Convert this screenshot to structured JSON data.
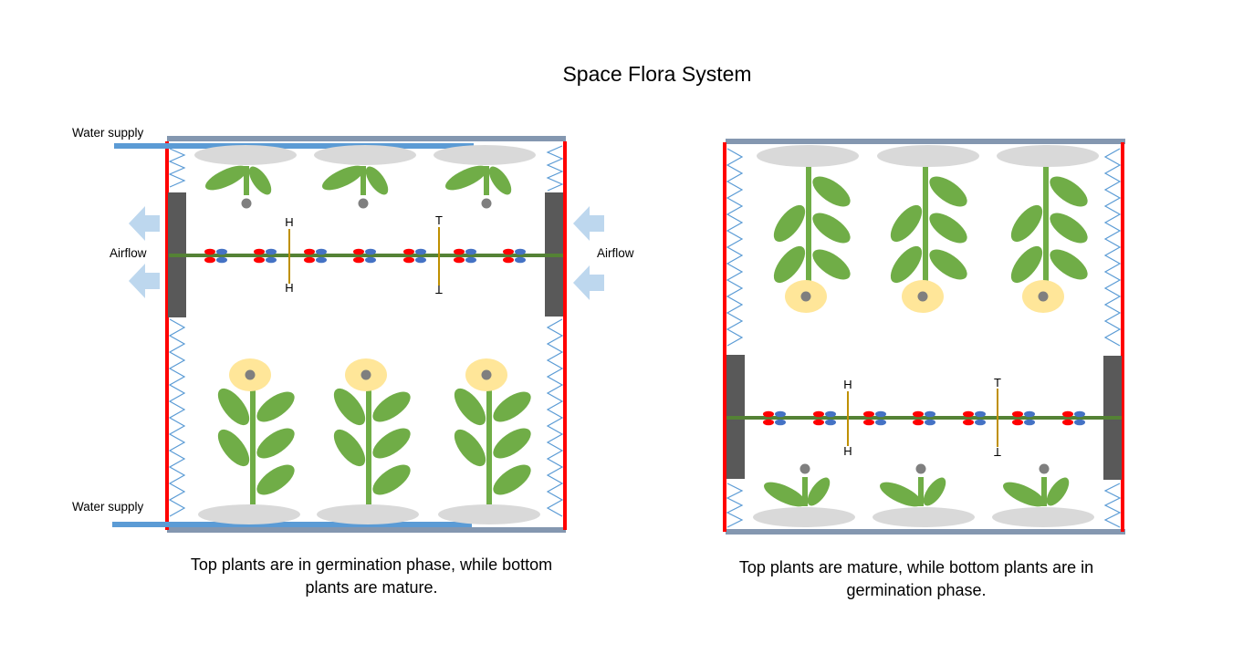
{
  "title": "Space Flora System",
  "left_panel": {
    "water_supply_top": "Water supply",
    "water_supply_bottom": "Water supply",
    "airflow_left": "Airflow",
    "airflow_right": "Airflow",
    "top_plants_phase": "germination",
    "bottom_plants_phase": "mature",
    "caption": "Top plants are in germination phase, while bottom plants are mature."
  },
  "right_panel": {
    "top_plants_phase": "mature",
    "bottom_plants_phase": "germination",
    "caption": "Top plants are mature, while bottom plants are in germination phase."
  },
  "sensor_letters": {
    "humidity": "H",
    "temperature": "T"
  },
  "colors": {
    "frame_bar": "#8497b0",
    "side_wall": "#ff0000",
    "spring": "#5b9bd5",
    "water_pipe": "#5b9bd5",
    "fan": "#595959",
    "airflow_arrow": "#bdd7ee",
    "soil": "#d9d9d9",
    "plant": "#70ad47",
    "flower": "#ffe699",
    "seed": "#7f7f7f",
    "rail": "#548235",
    "sensor": "#bf9000",
    "led_red": "#ff0000",
    "led_blue": "#4472c4"
  }
}
